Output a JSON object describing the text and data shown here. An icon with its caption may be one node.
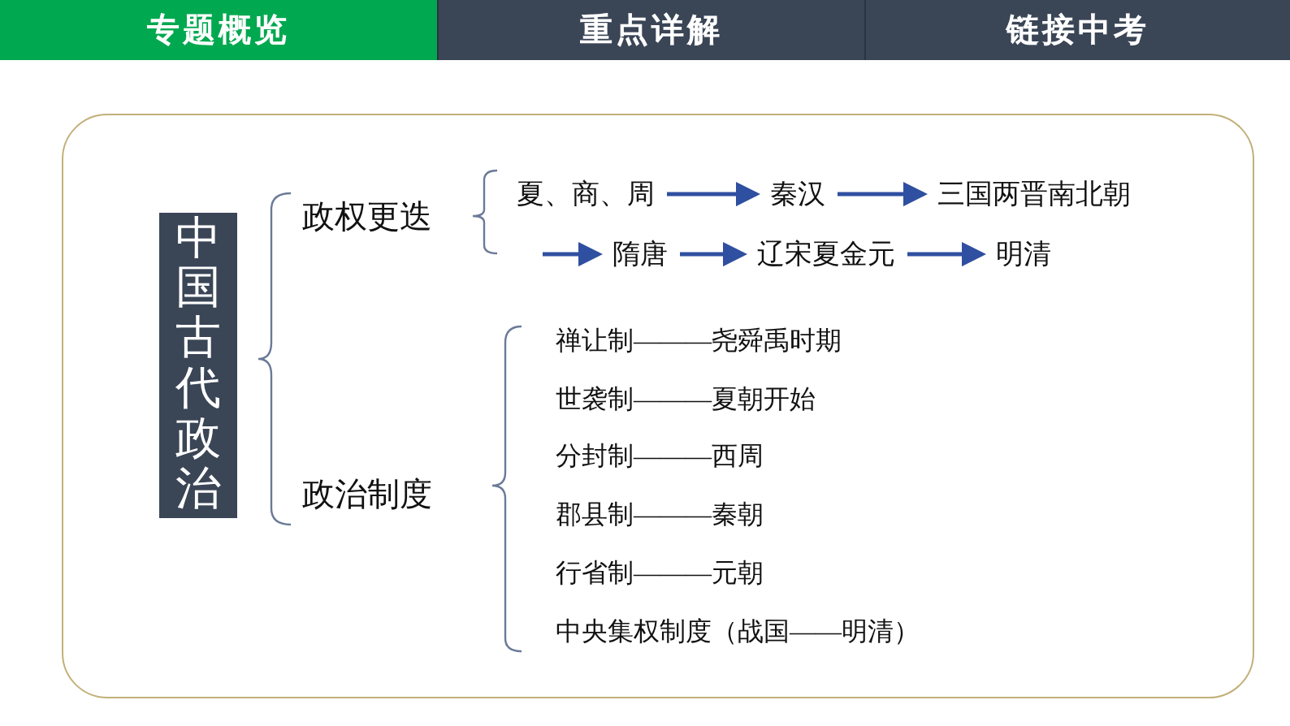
{
  "diagram": {
    "nodes": [
      {
        "text": [
          "专题概览"
        ]
      },
      {
        "text": [
          "重点详解"
        ]
      },
      {
        "text": [
          "链接中考"
        ]
      },
      {
        "text": [],
        "shape": "box"
      },
      {
        "text": [
          "中国古代政治"
        ],
        "in": 3
      },
      {
        "text": [
          "政权更迭"
        ],
        "in": 3
      },
      {
        "text": [
          "夏、商、周"
        ],
        "in": 3
      },
      {
        "text": [
          "秦汉"
        ],
        "in": 3
      },
      {
        "text": [
          "三国两晋南北朝"
        ],
        "in": 3
      },
      {
        "text": [
          "隋唐"
        ],
        "in": 3
      },
      {
        "text": [
          "辽宋夏金元"
        ],
        "in": 3
      },
      {
        "text": [
          "明清"
        ],
        "in": 3
      },
      {
        "text": [
          "政治制度"
        ],
        "in": 3
      }
    ],
    "edges": [
      {
        "from": 6,
        "to": 7,
        "arrow": "to"
      },
      {
        "from": 7,
        "to": 8,
        "arrow": "to"
      },
      {
        "from": null,
        "to": 9,
        "arrow": "to"
      },
      {
        "from": 9,
        "to": 10,
        "arrow": "to"
      },
      {
        "from": 10,
        "to": 11,
        "arrow": "to"
      }
    ],
    "labels": [
      "禅让制———尧舜禹时期",
      "世袭制———夏朝开始",
      "分封制———西周",
      "郡县制———秦朝",
      "行省制———元朝",
      "中央集权制度（战国——明清）"
    ]
  }
}
